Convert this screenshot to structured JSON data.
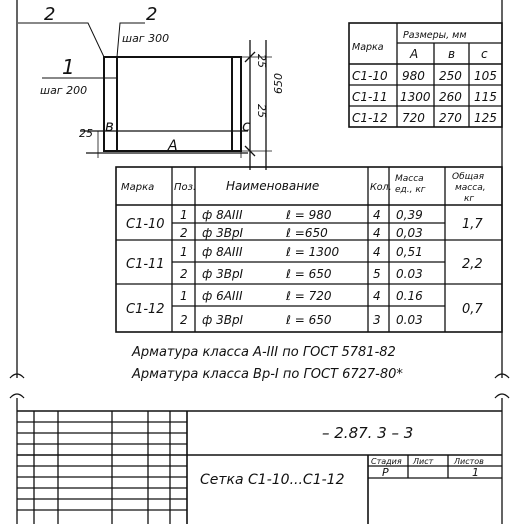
{
  "drawing": {
    "callouts": {
      "pos_top_number": "2",
      "pos_top_step": "2",
      "pos_top_step_label": "шаг 300",
      "pos_left_number": "1",
      "pos_left_label": "шаг 200"
    },
    "dims": {
      "right_top": "25",
      "right_mid": "650",
      "right_bot": "25",
      "bottom_left": "25",
      "bottom_b": "в",
      "bottom_c": "с",
      "bottom_a": "А"
    }
  },
  "sizes_table": {
    "header_mark": "Марка",
    "header_sizes": "Размеры, мм",
    "col_a": "А",
    "col_b": "в",
    "col_c": "с",
    "rows": [
      {
        "mark": "С1-10",
        "a": "980",
        "b": "250",
        "c": "105"
      },
      {
        "mark": "С1-11",
        "a": "1300",
        "b": "260",
        "c": "115"
      },
      {
        "mark": "С1-12",
        "a": "720",
        "b": "270",
        "c": "125"
      }
    ]
  },
  "spec_table": {
    "h_mark": "Марка",
    "h_pos": "Поз.",
    "h_name": "Наименование",
    "h_qty": "Кол.",
    "h_mass_1": "Масса",
    "h_mass_2": "ед., кг",
    "h_total_1": "Общая",
    "h_total_2": "масса,",
    "h_total_3": "кг",
    "groups": [
      {
        "mark": "С1-10",
        "total": "1,7",
        "rows": [
          {
            "pos": "1",
            "name": "ф 8АIII",
            "len": "ℓ = 980",
            "qty": "4",
            "mass": "0,39"
          },
          {
            "pos": "2",
            "name": "ф 3ВрI",
            "len": "ℓ =650",
            "qty": "4",
            "mass": "0,03"
          }
        ]
      },
      {
        "mark": "С1-11",
        "total": "2,2",
        "rows": [
          {
            "pos": "1",
            "name": "ф 8АIII",
            "len": "ℓ = 1300",
            "qty": "4",
            "mass": "0,51"
          },
          {
            "pos": "2",
            "name": "ф 3ВрI",
            "len": "ℓ = 650",
            "qty": "5",
            "mass": "0.03"
          }
        ]
      },
      {
        "mark": "С1-12",
        "total": "0,7",
        "rows": [
          {
            "pos": "1",
            "name": "ф 6АIII",
            "len": "ℓ = 720",
            "qty": "4",
            "mass": "0.16"
          },
          {
            "pos": "2",
            "name": "ф 3ВрI",
            "len": "ℓ = 650",
            "qty": "3",
            "mass": "0.03"
          }
        ]
      }
    ]
  },
  "notes": [
    "Арматура класса А-III по ГОСТ 5781-82",
    "Арматура класса Вр-I по ГОСТ 6727-80*"
  ],
  "title_block": {
    "doc_code": "– 2.87. 3 – 3",
    "title": "Сетка С1-10...С1-12",
    "stage_label": "Стадия",
    "sheet_label": "Лист",
    "sheets_label": "Листов",
    "stage": "Р",
    "sheet": "",
    "sheets": "1"
  }
}
